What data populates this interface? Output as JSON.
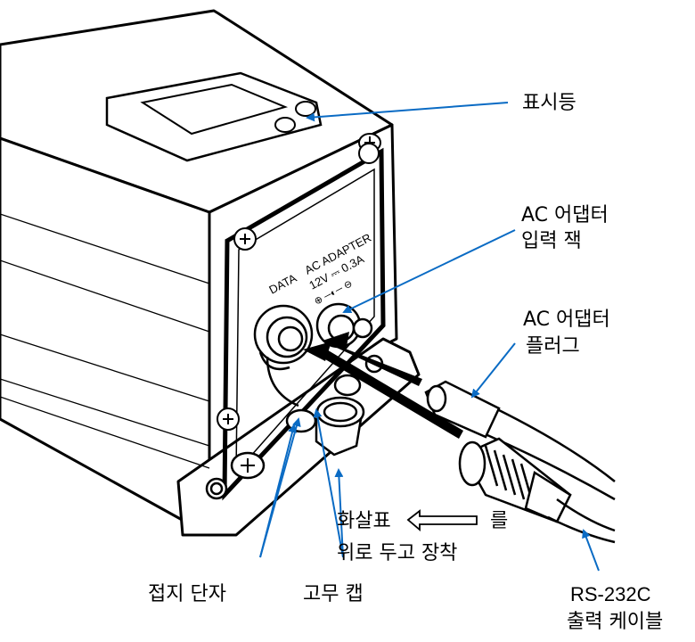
{
  "labels": {
    "indicator": "표시등",
    "ac_jack_line1": "AC 어댑터",
    "ac_jack_line2": "입력 잭",
    "ac_plug_line1": "AC 어댑터",
    "ac_plug_line2": "플러그",
    "arrow_note_part1": "화살표",
    "arrow_note_part2": "를",
    "arrow_note_line2": "위로 두고 장착",
    "ground_terminal": "접지 단자",
    "rubber_cap": "고무 캡",
    "rs232_line1": "RS-232C",
    "rs232_line2": "출력 케이블"
  },
  "panel_text": {
    "data": "DATA",
    "ac_adapter": "AC ADAPTER",
    "rating": "12V ⎓ 0.3A",
    "polarity": "⊕ ─◐─ ⊖"
  },
  "colors": {
    "outline": "#000000",
    "leader_line": "#0a6bc4",
    "background": "#ffffff"
  }
}
